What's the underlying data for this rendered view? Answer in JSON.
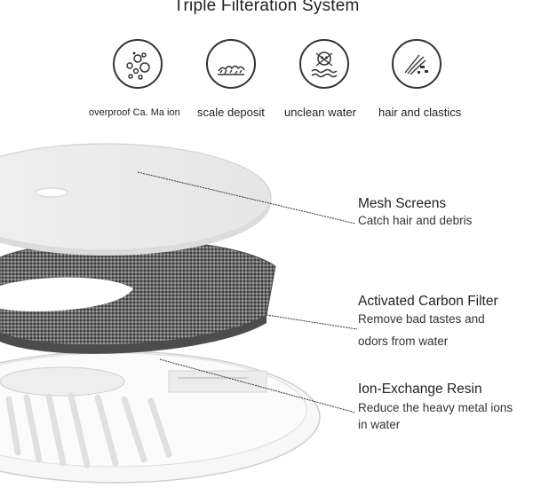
{
  "title": "Triple Filteration System",
  "icons": [
    {
      "name": "calcium-ions-icon",
      "label": "overproof Ca. Ma ion"
    },
    {
      "name": "scale-deposit-icon",
      "label": "scale deposit"
    },
    {
      "name": "unclean-water-icon",
      "label": "unclean water"
    },
    {
      "name": "hair-plastics-icon",
      "label": "hair and clastics"
    }
  ],
  "layers": [
    {
      "title": "Mesh Screens",
      "desc_lines": [
        "Catch hair and debris"
      ]
    },
    {
      "title": "Activated Carbon Filter",
      "desc_lines": [
        "Remove bad tastes and",
        "odors from water"
      ]
    },
    {
      "title": "Ion-Exchange Resin",
      "desc_lines": [
        "Reduce the heavy metal ions",
        "in water"
      ]
    }
  ],
  "colors": {
    "text": "#222222",
    "line": "#333333",
    "carbon": "#5a5a5a",
    "tray": "#f2f2f2"
  }
}
